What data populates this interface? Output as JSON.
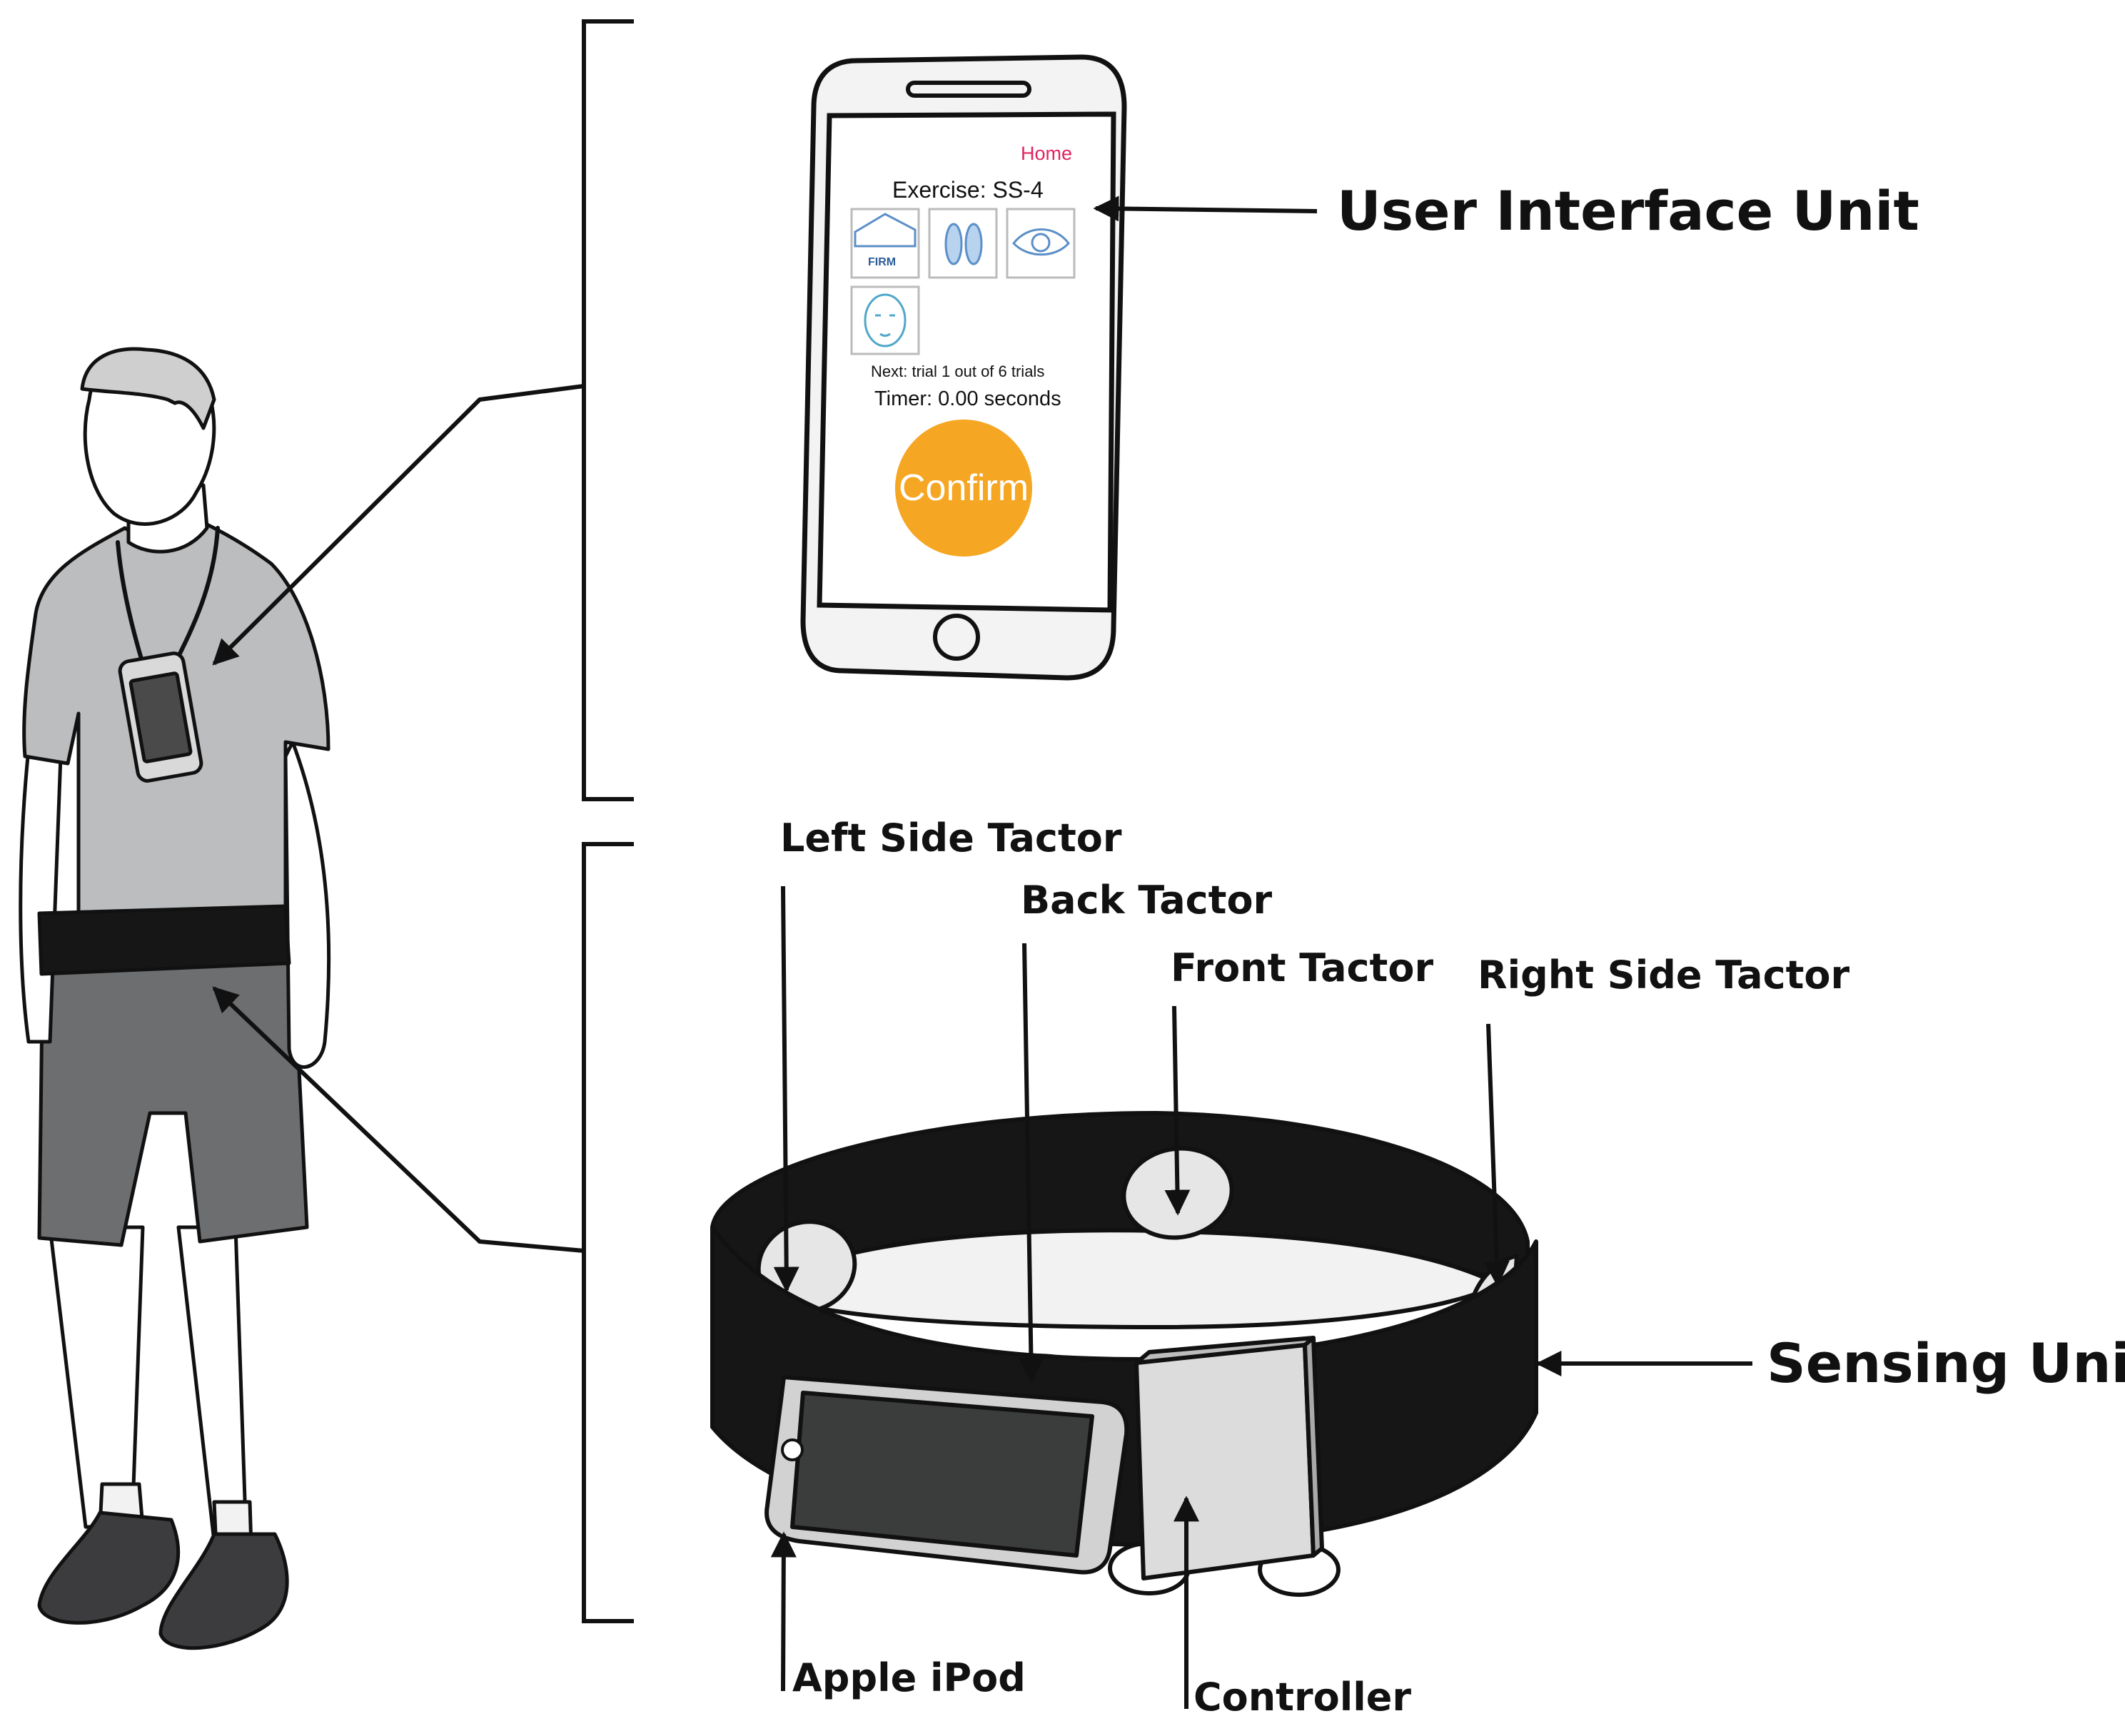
{
  "labels": {
    "user_interface_unit": "User Interface Unit",
    "sensing_unit": "Sensing Unit",
    "left_side_tactor": "Left Side Tactor",
    "back_tactor": "Back Tactor",
    "front_tactor": "Front Tactor",
    "right_side_tactor": "Right Side Tactor",
    "apple_ipod": "Apple iPod",
    "controller": "Controller"
  },
  "phone_screen": {
    "home_link": "Home",
    "exercise": "Exercise: SS-4",
    "firm_icon_label": "FIRM",
    "next_trial": "Next: trial 1 out of 6 trials",
    "timer": "Timer: 0.00 seconds",
    "confirm_button": "Confirm"
  },
  "icons": [
    "firm-surface-icon",
    "feet-icon",
    "eye-icon",
    "head-face-icon"
  ],
  "colors": {
    "home_link": "#e0245e",
    "confirm_button": "#f5a623",
    "shirt": "#bcbdbf",
    "shorts": "#6d6e70",
    "belt": "#161616",
    "ipod_screen": "#3b3d3c",
    "tactor": "#e6e6e6"
  }
}
